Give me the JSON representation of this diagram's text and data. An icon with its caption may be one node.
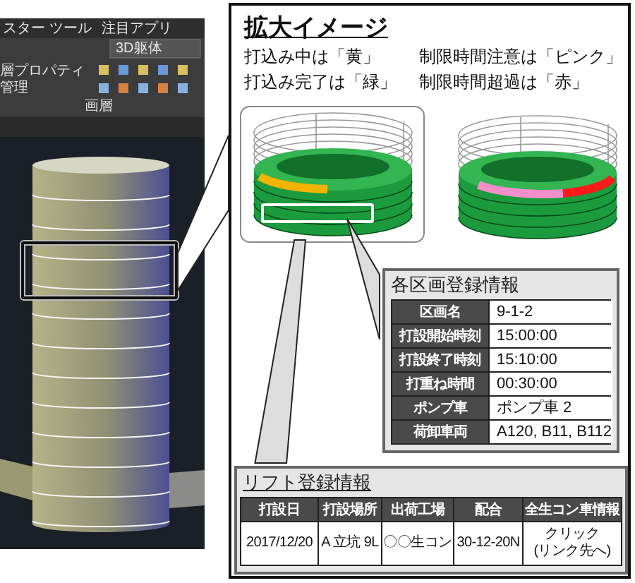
{
  "diagram": {
    "nodes": [
      {
        "text": [
          "拡大イメージ"
        ]
      },
      {
        "text": [],
        "shape": "box"
      },
      {
        "text": [],
        "shape": "picture",
        "in": 0
      },
      {
        "text": [],
        "shape": "box",
        "in": 2
      },
      {
        "text": [
          "各区画登録情報"
        ],
        "in": 0
      },
      {
        "text": [
          "リフト登録情報"
        ],
        "in": 0
      }
    ],
    "edges": [
      {
        "from": 1,
        "to": 0,
        "arrow": "none"
      },
      {
        "from": 3,
        "to": 4,
        "arrow": "none"
      },
      {
        "from": 2,
        "to": 5,
        "arrow": "none"
      }
    ],
    "labels": [
      "スター ツール",
      "注目アプリ",
      "3D躯体",
      "層プロパティ管理",
      "画層",
      "打込み中は「黄」",
      "制限時間注意は「ピンク」",
      "打込み完了は「緑」",
      "制限時間超過は「赤」",
      "区画名",
      "9-1-2",
      "打設開始時刻",
      "15:00:00",
      "打設終了時刻",
      "15:10:00",
      "打重ね時間",
      "00:30:00",
      "ポンプ車",
      "ポンプ車 2",
      "荷卸車両",
      "A120, B11, B112",
      "打設日",
      "打設場所",
      "出荷工場",
      "配合",
      "全生コン車情報",
      "2017/12/20",
      "A 立坑 9L",
      "〇〇生コン",
      "30-12-20N",
      "クリック(リンク先へ)"
    ]
  }
}
